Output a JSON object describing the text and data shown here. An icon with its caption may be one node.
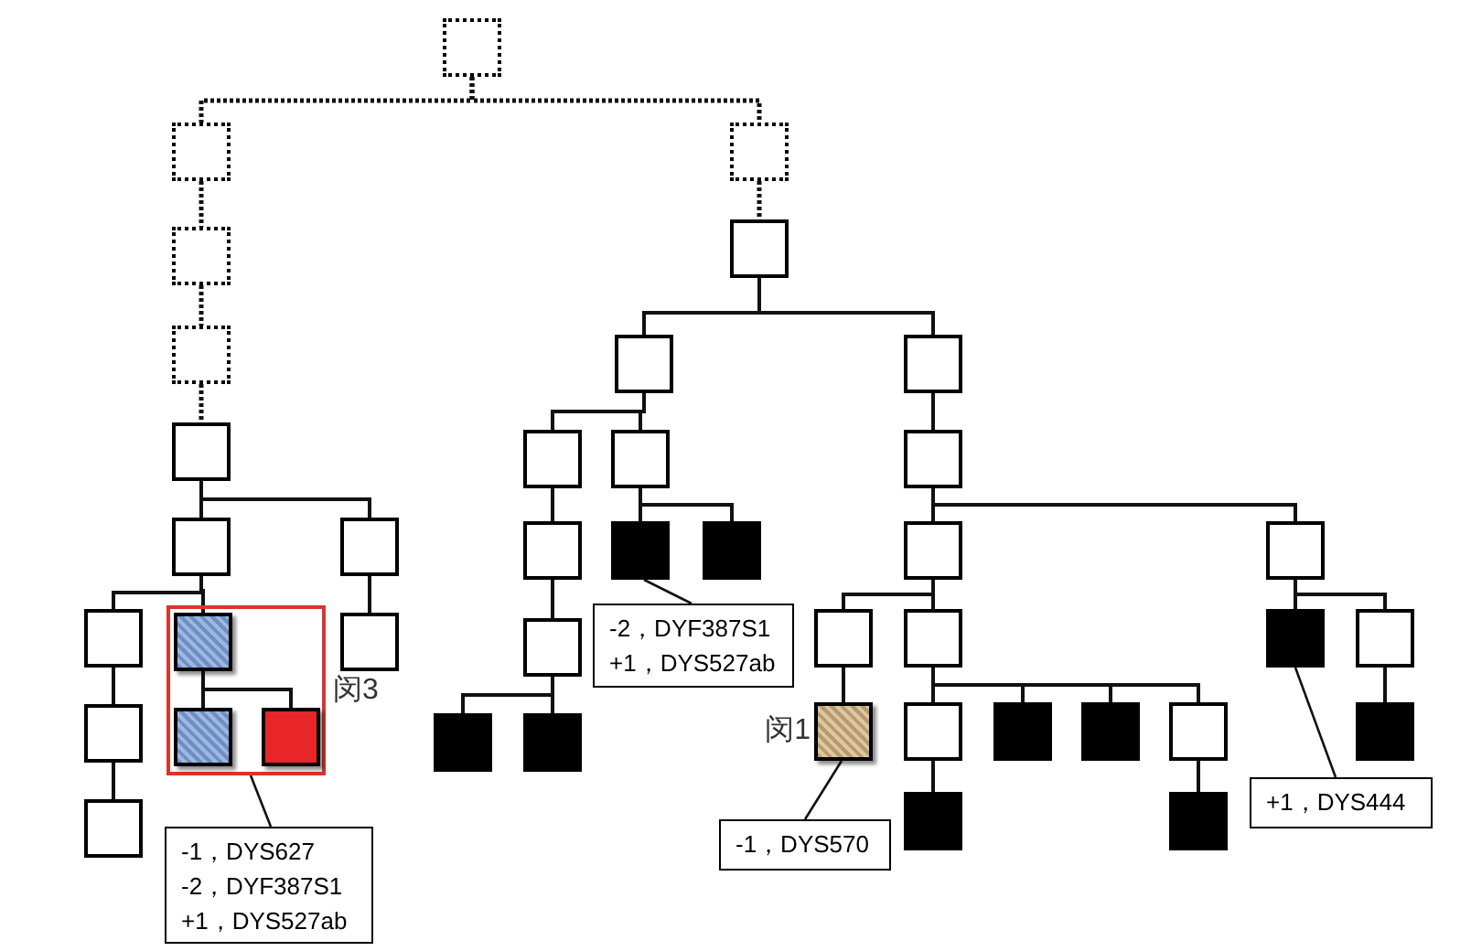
{
  "diagram": {
    "nodes": [
      {
        "text": [],
        "shape": "dotted-box"
      },
      {
        "text": [],
        "shape": "dotted-box"
      },
      {
        "text": [],
        "shape": "dotted-box"
      },
      {
        "text": [],
        "shape": "dotted-box"
      },
      {
        "text": [],
        "shape": "box"
      },
      {
        "text": [],
        "shape": "box"
      },
      {
        "text": [],
        "shape": "box"
      },
      {
        "text": [],
        "shape": "box"
      },
      {
        "text": [],
        "shape": "box"
      },
      {
        "text": [],
        "shape": "box"
      },
      {
        "text": [],
        "shape": "frame",
        "beside": [
          "闵3"
        ]
      },
      {
        "text": [],
        "shape": "blue-box",
        "in": 10
      },
      {
        "text": [],
        "shape": "blue-box",
        "in": 10
      },
      {
        "text": [],
        "shape": "red-box",
        "in": 10
      },
      {
        "text": [],
        "shape": "box"
      },
      {
        "text": [
          "-1，DYS627",
          "-2，DYF387S1",
          "+1，DYS527ab"
        ]
      },
      {
        "text": [],
        "shape": "dotted-box"
      },
      {
        "text": [],
        "shape": "box"
      },
      {
        "text": [],
        "shape": "box"
      },
      {
        "text": [],
        "shape": "box"
      },
      {
        "text": [],
        "shape": "box"
      },
      {
        "text": [],
        "shape": "box"
      },
      {
        "text": [],
        "shape": "black-box"
      },
      {
        "text": [],
        "shape": "black-box"
      },
      {
        "text": [],
        "shape": "box"
      },
      {
        "text": [],
        "shape": "black-box"
      },
      {
        "text": [],
        "shape": "black-box"
      },
      {
        "text": [
          "-2，DYF387S1",
          "+1，DYS527ab"
        ]
      },
      {
        "text": [],
        "shape": "box"
      },
      {
        "text": [],
        "shape": "box"
      },
      {
        "text": [],
        "shape": "box"
      },
      {
        "text": [],
        "shape": "box"
      },
      {
        "text": [],
        "shape": "box"
      },
      {
        "text": [],
        "shape": "box"
      },
      {
        "text": [],
        "shape": "tan-box",
        "beside": [
          "闵1"
        ]
      },
      {
        "text": [],
        "shape": "box"
      },
      {
        "text": [],
        "shape": "black-box"
      },
      {
        "text": [],
        "shape": "black-box"
      },
      {
        "text": [],
        "shape": "box"
      },
      {
        "text": [],
        "shape": "black-box"
      },
      {
        "text": [],
        "shape": "black-box"
      },
      {
        "text": [],
        "shape": "black-box"
      },
      {
        "text": [],
        "shape": "box"
      },
      {
        "text": [],
        "shape": "black-box"
      },
      {
        "text": [
          "-1，DYS570"
        ]
      },
      {
        "text": [
          "+1，DYS444"
        ]
      }
    ],
    "edges": [
      {
        "from": 0,
        "to": 1,
        "arrow": "none",
        "style": "dashed"
      },
      {
        "from": 0,
        "to": 16,
        "arrow": "none",
        "style": "dashed"
      },
      {
        "from": 1,
        "to": 2,
        "arrow": "none",
        "style": "dashed"
      },
      {
        "from": 2,
        "to": 3,
        "arrow": "none",
        "style": "dashed"
      },
      {
        "from": 3,
        "to": 4,
        "arrow": "none",
        "style": "dashed"
      },
      {
        "from": 16,
        "to": 17,
        "arrow": "none",
        "style": "dashed"
      },
      {
        "from": 4,
        "to": 5,
        "arrow": "none"
      },
      {
        "from": 4,
        "to": 6,
        "arrow": "none"
      },
      {
        "from": 5,
        "to": 7,
        "arrow": "none"
      },
      {
        "from": 5,
        "to": 11,
        "arrow": "none"
      },
      {
        "from": 7,
        "to": 8,
        "arrow": "none"
      },
      {
        "from": 8,
        "to": 9,
        "arrow": "none"
      },
      {
        "from": 11,
        "to": 12,
        "arrow": "none"
      },
      {
        "from": 11,
        "to": 13,
        "arrow": "none"
      },
      {
        "from": 6,
        "to": 14,
        "arrow": "none"
      },
      {
        "from": 17,
        "to": 18,
        "arrow": "none"
      },
      {
        "from": 17,
        "to": 28,
        "arrow": "none"
      },
      {
        "from": 18,
        "to": 19,
        "arrow": "none"
      },
      {
        "from": 18,
        "to": 20,
        "arrow": "none"
      },
      {
        "from": 19,
        "to": 21,
        "arrow": "none"
      },
      {
        "from": 20,
        "to": 22,
        "arrow": "none"
      },
      {
        "from": 20,
        "to": 23,
        "arrow": "none"
      },
      {
        "from": 21,
        "to": 24,
        "arrow": "none"
      },
      {
        "from": 24,
        "to": 25,
        "arrow": "none"
      },
      {
        "from": 24,
        "to": 26,
        "arrow": "none"
      },
      {
        "from": 28,
        "to": 29,
        "arrow": "none"
      },
      {
        "from": 29,
        "to": 30,
        "arrow": "none"
      },
      {
        "from": 29,
        "to": 31,
        "arrow": "none"
      },
      {
        "from": 30,
        "to": 32,
        "arrow": "none"
      },
      {
        "from": 30,
        "to": 33,
        "arrow": "none"
      },
      {
        "from": 32,
        "to": 34,
        "arrow": "none"
      },
      {
        "from": 33,
        "to": 35,
        "arrow": "none"
      },
      {
        "from": 33,
        "to": 36,
        "arrow": "none"
      },
      {
        "from": 33,
        "to": 37,
        "arrow": "none"
      },
      {
        "from": 33,
        "to": 38,
        "arrow": "none"
      },
      {
        "from": 35,
        "to": 39,
        "arrow": "none"
      },
      {
        "from": 38,
        "to": 40,
        "arrow": "none"
      },
      {
        "from": 31,
        "to": 41,
        "arrow": "none"
      },
      {
        "from": 31,
        "to": 42,
        "arrow": "none"
      },
      {
        "from": 42,
        "to": 43,
        "arrow": "none"
      },
      {
        "from": 15,
        "to": 10,
        "arrow": "none"
      },
      {
        "from": 27,
        "to": 22,
        "arrow": "none"
      },
      {
        "from": 44,
        "to": 34,
        "arrow": "none"
      },
      {
        "from": 45,
        "to": 41,
        "arrow": "none"
      }
    ]
  }
}
